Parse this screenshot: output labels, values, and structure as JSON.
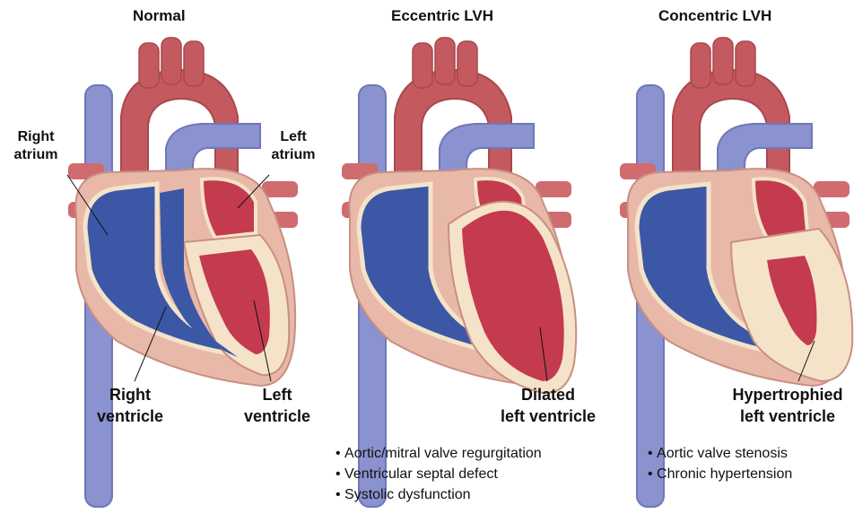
{
  "panels": [
    {
      "title": "Normal",
      "labels": {
        "right_atrium": [
          "Right",
          "atrium"
        ],
        "left_atrium": [
          "Left",
          "atrium"
        ],
        "right_ventricle": [
          "Right",
          "ventricle"
        ],
        "left_ventricle": [
          "Left",
          "ventricle"
        ]
      }
    },
    {
      "title": "Eccentric LVH",
      "callout": [
        "Dilated",
        "left ventricle"
      ],
      "bullets": [
        "Aortic/mitral valve regurgitation",
        "Ventricular septal defect",
        "Systolic dysfunction"
      ]
    },
    {
      "title": "Concentric LVH",
      "callout": [
        "Hypertrophied",
        "left ventricle"
      ],
      "bullets": [
        "Aortic valve stenosis",
        "Chronic hypertension"
      ]
    }
  ],
  "colors": {
    "aorta": "#c45a5f",
    "vena_cava": "#8a92cf",
    "deoxygenated_blood": "#3b57a6",
    "oxygenated_blood": "#c43a4e",
    "myocardium": "#f5e3c9",
    "wall_outline": "#d9a79a",
    "pericardium": "#e8b8a8"
  }
}
